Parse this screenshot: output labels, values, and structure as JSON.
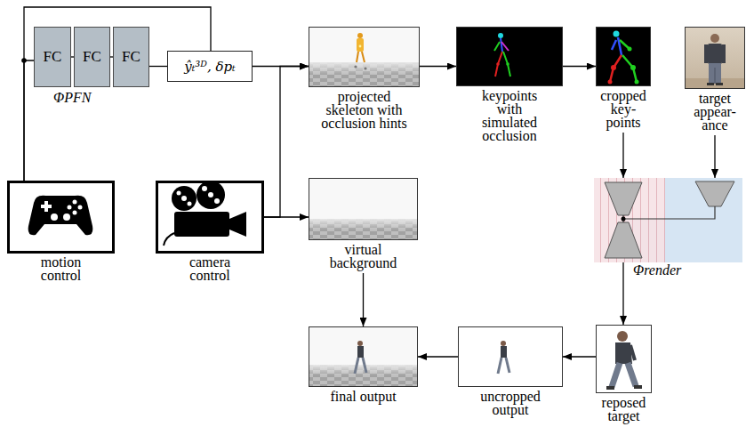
{
  "diagram": {
    "nodes": [
      {
        "text": [
          "FC"
        ]
      },
      {
        "text": [
          "FC"
        ]
      },
      {
        "text": [
          "FC"
        ]
      },
      {
        "text": [
          "ŷₜ³ᴰ, δpₜ"
        ]
      },
      {
        "text": [
          "projected skeleton with occlusion hints"
        ]
      },
      {
        "text": [
          "keypoints with simulated occlusion"
        ]
      },
      {
        "text": [
          "cropped key- points"
        ]
      },
      {
        "text": [
          "target appear- ance"
        ]
      },
      {
        "text": [
          "motion control"
        ]
      },
      {
        "text": [
          "camera control"
        ]
      },
      {
        "text": [
          "virtual background"
        ]
      },
      {
        "text": [
          "Φrender"
        ]
      },
      {
        "text": [
          "final output"
        ]
      },
      {
        "text": [
          "uncropped output"
        ]
      },
      {
        "text": [
          "reposed target"
        ]
      }
    ],
    "edges": [
      {
        "from": 8,
        "to": 0,
        "arrow": "none"
      },
      {
        "from": 8,
        "to": 3,
        "arrow": "none"
      },
      {
        "from": 0,
        "to": 1,
        "arrow": "none"
      },
      {
        "from": 1,
        "to": 2,
        "arrow": "none"
      },
      {
        "from": 2,
        "to": 3,
        "arrow": "none"
      },
      {
        "from": 3,
        "to": 4,
        "arrow": "to"
      },
      {
        "from": 9,
        "to": 4,
        "arrow": "to"
      },
      {
        "from": 9,
        "to": 10,
        "arrow": "to"
      },
      {
        "from": 4,
        "to": 5,
        "arrow": "to"
      },
      {
        "from": 5,
        "to": 6,
        "arrow": "to"
      },
      {
        "from": 6,
        "to": 11,
        "arrow": "to"
      },
      {
        "from": 7,
        "to": 11,
        "arrow": "to"
      },
      {
        "from": 11,
        "to": 14,
        "arrow": "to"
      },
      {
        "from": 14,
        "to": 13,
        "arrow": "to"
      },
      {
        "from": 13,
        "to": 12,
        "arrow": "to"
      },
      {
        "from": 10,
        "to": 12,
        "arrow": "to"
      }
    ],
    "labels": [
      "ΦPFN"
    ]
  }
}
